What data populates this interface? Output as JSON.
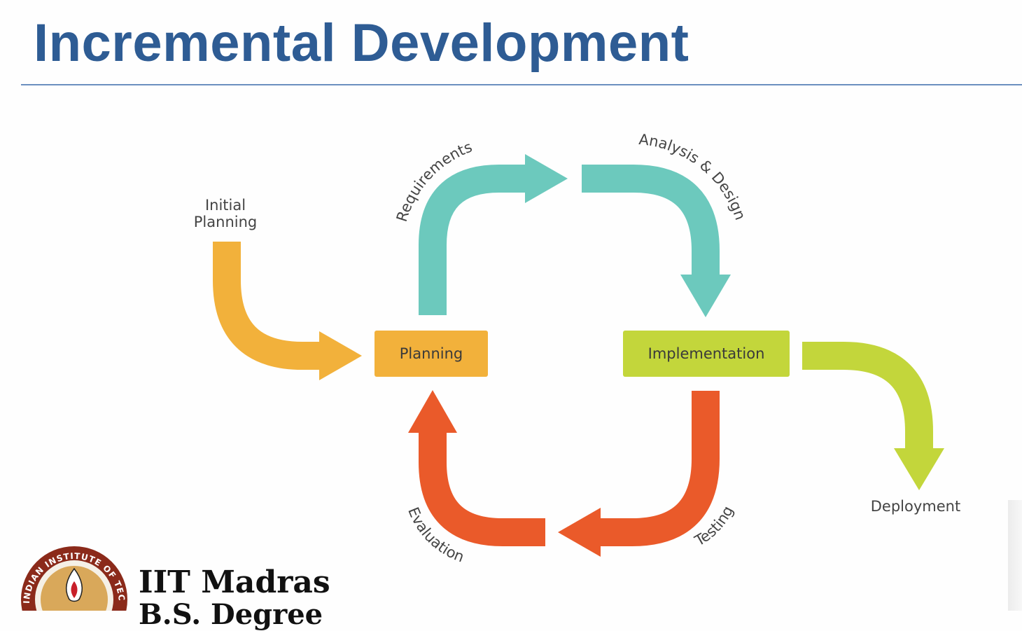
{
  "title": "Incremental Development",
  "diagram": {
    "nodes": {
      "planning": "Planning",
      "implementation": "Implementation"
    },
    "labels": {
      "initial_planning_line1": "Initial",
      "initial_planning_line2": "Planning",
      "requirements": "Requirements",
      "analysis_design": "Analysis & Design",
      "testing": "Testing",
      "evaluation": "Evaluation",
      "deployment": "Deployment"
    },
    "colors": {
      "orange": "#f2b13b",
      "teal": "#6cc9bd",
      "green": "#c3d63b",
      "red": "#ea5a2a"
    }
  },
  "logo": {
    "ring_text": "INDIAN INSTITUTE OF TECHNOLOGY MADRAS",
    "name": "IIT Madras",
    "subtitle": "B.S. Degree"
  }
}
